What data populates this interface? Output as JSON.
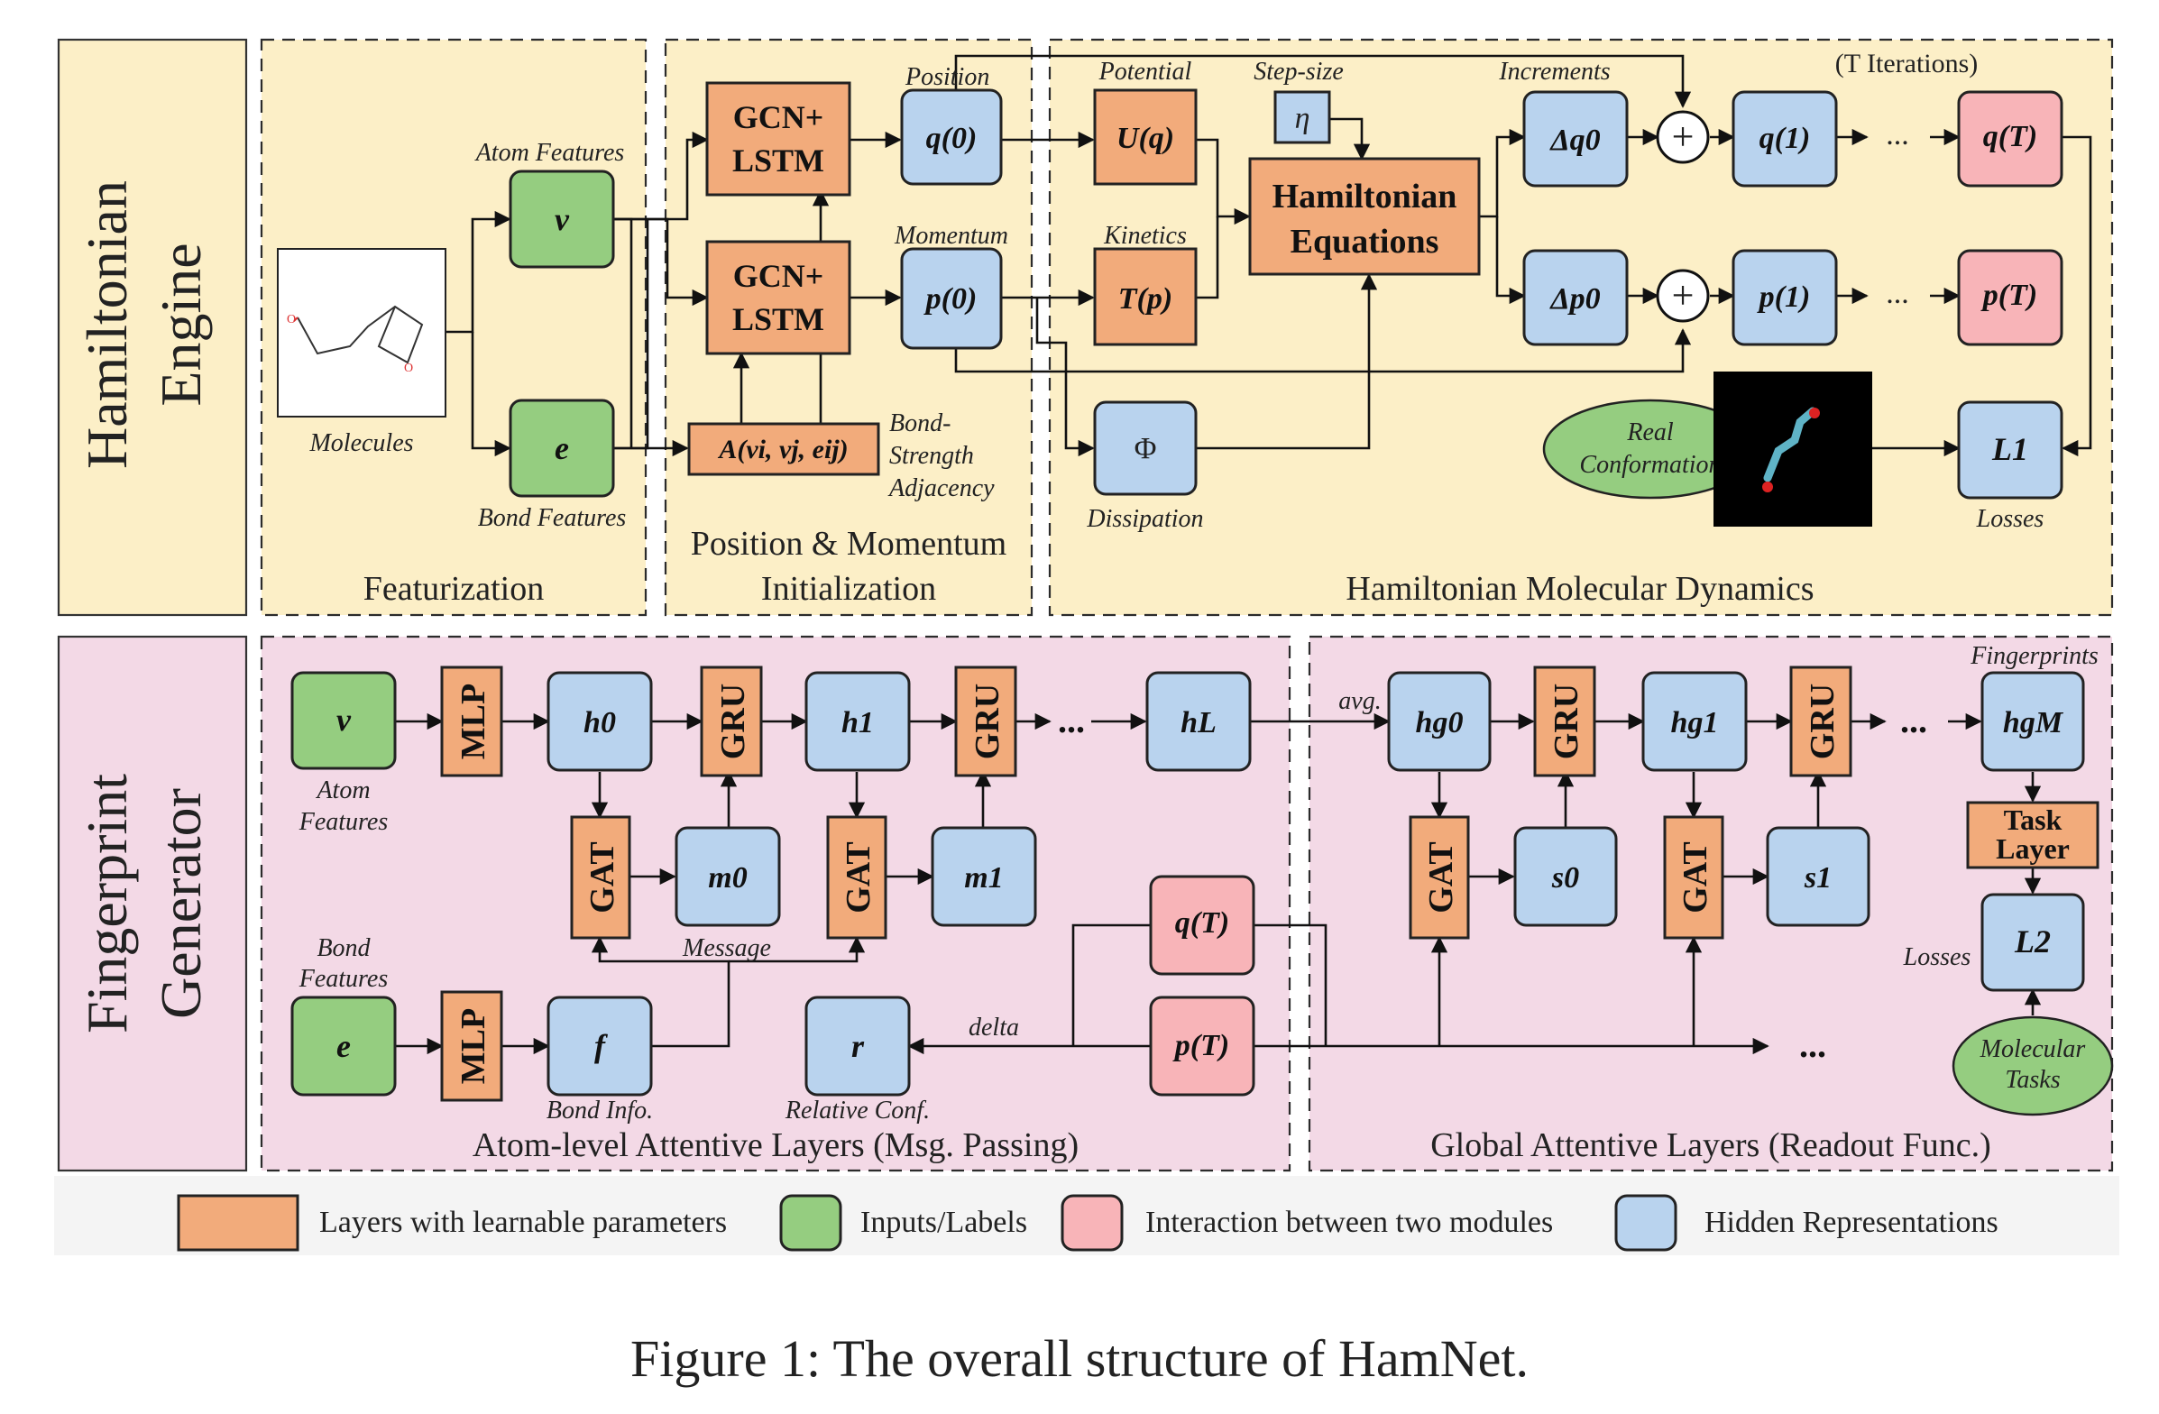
{
  "side_labels": {
    "hamiltonian_line1": "Hamiltonian",
    "hamiltonian_line2": "Engine",
    "fingerprint_line1": "Fingerprint",
    "fingerprint_line2": "Generator"
  },
  "section_titles": {
    "featurization": "Featurization",
    "init_line1": "Position & Momentum",
    "init_line2": "Initialization",
    "dynamics": "Hamiltonian Molecular Dynamics",
    "atom_level": "Atom-level Attentive Layers (Msg. Passing)",
    "global": "Global Attentive Layers (Readout Func.)"
  },
  "labels": {
    "molecules": "Molecules",
    "atom_features": "Atom Features",
    "bond_features": "Bond Features",
    "position": "Position",
    "momentum": "Momentum",
    "bond_strength_1": "Bond-",
    "bond_strength_2": "Strength",
    "bond_strength_3": "Adjacency",
    "potential": "Potential",
    "kinetics": "Kinetics",
    "dissipation": "Dissipation",
    "step_size": "Step-size",
    "increments": "Increments",
    "t_iterations": "(T  Iterations)",
    "real_conf_1": "Real",
    "real_conf_2": "Conformation",
    "losses": "Losses",
    "atom_feat_1": "Atom",
    "atom_feat_2": "Features",
    "bond_feat_1": "Bond",
    "bond_feat_2": "Features",
    "message": "Message",
    "bond_info": "Bond Info.",
    "relative_conf": "Relative Conf.",
    "delta": "delta",
    "avg": "avg.",
    "fingerprints": "Fingerprints",
    "losses2": "Losses",
    "mol_tasks_1": "Molecular",
    "mol_tasks_2": "Tasks",
    "ellipsis": "..."
  },
  "nodes": {
    "v": "v",
    "e": "e",
    "gcn_lstm_1": "GCN+",
    "gcn_lstm_2": "LSTM",
    "a_func": "A(vi, vj, eij)",
    "q0": "q(0)",
    "p0": "p(0)",
    "uq": "U(q)",
    "tp": "T(p)",
    "phi": "Φ",
    "eta": "η",
    "ham_1": "Hamiltonian",
    "ham_2": "Equations",
    "dq0": "Δq0",
    "dp0": "Δp0",
    "plus": "+",
    "q1": "q(1)",
    "p1": "p(1)",
    "qT": "q(T)",
    "pT": "p(T)",
    "L1": "L1",
    "mlp": "MLP",
    "gru": "GRU",
    "gat": "GAT",
    "h0": "h0",
    "h1": "h1",
    "hL": "hL",
    "m0": "m0",
    "m1": "m1",
    "f": "f",
    "r": "r",
    "hg0": "hg0",
    "hg1": "hg1",
    "hgM": "hgM",
    "s0": "s0",
    "s1": "s1",
    "task_1": "Task",
    "task_2": "Layer",
    "L2": "L2"
  },
  "legend": [
    {
      "label": "Layers with learnable parameters",
      "color": "#f2ab7b"
    },
    {
      "label": "Inputs/Labels",
      "color": "#95cd80"
    },
    {
      "label": "Interaction between two modules",
      "color": "#f8b4b8"
    },
    {
      "label": "Hidden Representations",
      "color": "#b9d3ee"
    }
  ],
  "caption": "Figure 1: The overall structure of HamNet.",
  "colors": {
    "panel_top": "#fcefc7",
    "panel_bottom": "#f3d9e6",
    "learnable": "#f2ab7b",
    "hidden": "#b9d3ee",
    "input": "#95cd80",
    "interaction": "#f8b4b8"
  }
}
